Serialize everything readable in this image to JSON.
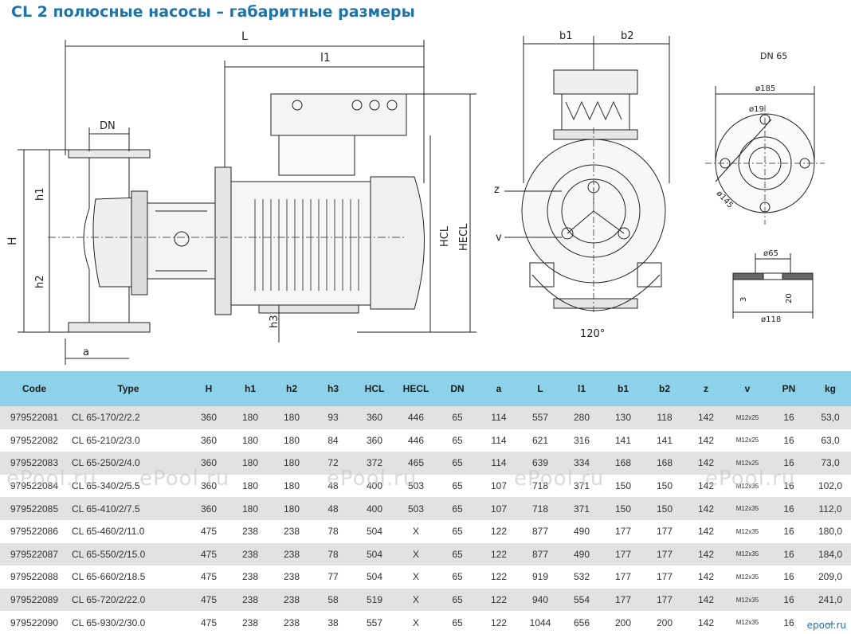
{
  "title": "CL 2 полюсные насосы – габаритные размеры",
  "drawing": {
    "labels": {
      "L": "L",
      "l1": "l1",
      "DN": "DN",
      "H": "H",
      "h1": "h1",
      "h2": "h2",
      "h3": "h3",
      "a": "a",
      "HCL": "HCL",
      "HECL": "HECL",
      "b1": "b1",
      "b2": "b2",
      "z": "z",
      "v": "v",
      "angle": "120°"
    },
    "flange": {
      "title": "DN 65",
      "d185": "ø185",
      "d19": "ø19",
      "d145": "ø145",
      "d65": "ø65",
      "d118": "ø118",
      "t3": "3",
      "t20": "20"
    }
  },
  "table": {
    "columns": [
      "Code",
      "Type",
      "H",
      "h1",
      "h2",
      "h3",
      "HCL",
      "HECL",
      "DN",
      "a",
      "L",
      "l1",
      "b1",
      "b2",
      "z",
      "v",
      "PN",
      "kg"
    ],
    "rows": [
      [
        "979522081",
        "CL 65-170/2/2.2",
        "360",
        "180",
        "180",
        "93",
        "360",
        "446",
        "65",
        "114",
        "557",
        "280",
        "130",
        "118",
        "142",
        "M12x25",
        "16",
        "53,0"
      ],
      [
        "979522082",
        "CL 65-210/2/3.0",
        "360",
        "180",
        "180",
        "84",
        "360",
        "446",
        "65",
        "114",
        "621",
        "316",
        "141",
        "141",
        "142",
        "M12x25",
        "16",
        "63,0"
      ],
      [
        "979522083",
        "CL 65-250/2/4.0",
        "360",
        "180",
        "180",
        "72",
        "372",
        "465",
        "65",
        "114",
        "639",
        "334",
        "168",
        "168",
        "142",
        "M12x25",
        "16",
        "73,0"
      ],
      [
        "979522084",
        "CL 65-340/2/5.5",
        "360",
        "180",
        "180",
        "48",
        "400",
        "503",
        "65",
        "107",
        "718",
        "371",
        "150",
        "150",
        "142",
        "M12x35",
        "16",
        "102,0"
      ],
      [
        "979522085",
        "CL 65-410/2/7.5",
        "360",
        "180",
        "180",
        "48",
        "400",
        "503",
        "65",
        "107",
        "718",
        "371",
        "150",
        "150",
        "142",
        "M12x35",
        "16",
        "112,0"
      ],
      [
        "979522086",
        "CL 65-460/2/11.0",
        "475",
        "238",
        "238",
        "78",
        "504",
        "X",
        "65",
        "122",
        "877",
        "490",
        "177",
        "177",
        "142",
        "M12x35",
        "16",
        "180,0"
      ],
      [
        "979522087",
        "CL 65-550/2/15.0",
        "475",
        "238",
        "238",
        "78",
        "504",
        "X",
        "65",
        "122",
        "877",
        "490",
        "177",
        "177",
        "142",
        "M12x35",
        "16",
        "184,0"
      ],
      [
        "979522088",
        "CL 65-660/2/18.5",
        "475",
        "238",
        "238",
        "77",
        "504",
        "X",
        "65",
        "122",
        "919",
        "532",
        "177",
        "177",
        "142",
        "M12x35",
        "16",
        "209,0"
      ],
      [
        "979522089",
        "CL 65-720/2/22.0",
        "475",
        "238",
        "238",
        "58",
        "519",
        "X",
        "65",
        "122",
        "940",
        "554",
        "177",
        "177",
        "142",
        "M12x35",
        "16",
        "241,0"
      ],
      [
        "979522090",
        "CL 65-930/2/30.0",
        "475",
        "238",
        "238",
        "38",
        "557",
        "X",
        "65",
        "122",
        "1044",
        "656",
        "200",
        "200",
        "142",
        "M12x35",
        "16",
        "—"
      ]
    ]
  },
  "watermark": "ePool.ru",
  "site_logo": "epool.ru"
}
